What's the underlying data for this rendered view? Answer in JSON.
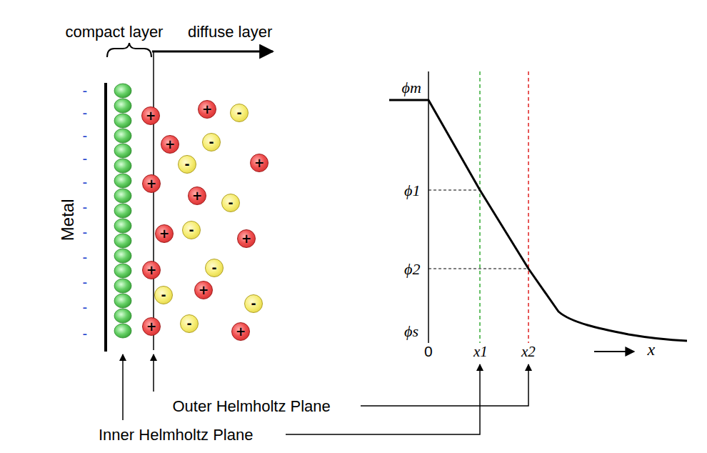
{
  "diagram": {
    "nodes": [
      {
        "text": [
          "+"
        ]
      },
      {
        "text": [
          "-"
        ]
      },
      {
        "text": [
          "+"
        ]
      },
      {
        "text": [
          "-"
        ]
      },
      {
        "text": [
          "+"
        ]
      },
      {
        "text": [
          "+"
        ]
      },
      {
        "text": [
          "-"
        ]
      },
      {
        "text": [
          "+"
        ]
      },
      {
        "text": [
          "+"
        ]
      },
      {
        "text": [
          "-"
        ]
      },
      {
        "text": [
          "-"
        ]
      },
      {
        "text": [
          "+"
        ]
      },
      {
        "text": [
          "+"
        ]
      },
      {
        "text": [
          "-"
        ]
      },
      {
        "text": [
          "+"
        ]
      },
      {
        "text": [
          "+"
        ]
      },
      {
        "text": [
          "-"
        ]
      },
      {
        "text": [
          "-"
        ]
      },
      {
        "text": [
          "-"
        ]
      },
      {
        "text": [
          "+"
        ]
      },
      {
        "text": [
          "+"
        ]
      }
    ],
    "labels": [
      "compact layer",
      "diffuse layer",
      "-",
      "-",
      "-",
      "-",
      "-",
      "-",
      "-",
      "-",
      "-",
      "-",
      "-",
      "Metal",
      "ϕm",
      "ϕ1",
      "ϕ2",
      "ϕs",
      "0",
      "x1",
      "x2",
      "x",
      "Outer Helmholtz Plane",
      "Inner Helmholtz Plane"
    ]
  }
}
